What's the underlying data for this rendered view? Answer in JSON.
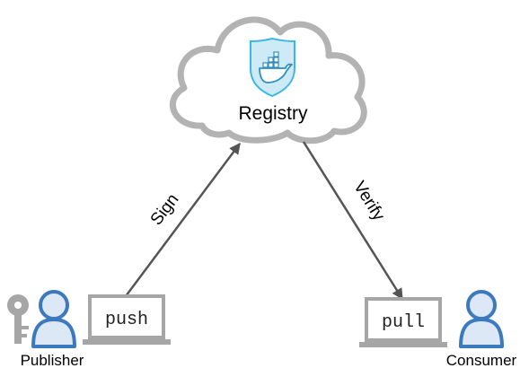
{
  "registry": {
    "label": "Registry",
    "icon": "docker-shield-icon"
  },
  "edges": {
    "sign": {
      "label": "Sign"
    },
    "verify": {
      "label": "Verify"
    }
  },
  "publisher": {
    "label": "Publisher",
    "command": "push",
    "icons": [
      "key-icon",
      "person-icon",
      "laptop-icon"
    ]
  },
  "consumer": {
    "label": "Consumer",
    "command": "pull",
    "icons": [
      "person-icon",
      "laptop-icon"
    ]
  },
  "colors": {
    "cloud_stroke": "#b3b3b3",
    "arrow": "#555555",
    "person_fill": "#dce8f6",
    "person_stroke": "#3d79bf",
    "key": "#a6a6a6",
    "laptop": "#a6a6a6",
    "shield_fill": "#cdeaf6",
    "shield_stroke": "#3ab8e0"
  }
}
